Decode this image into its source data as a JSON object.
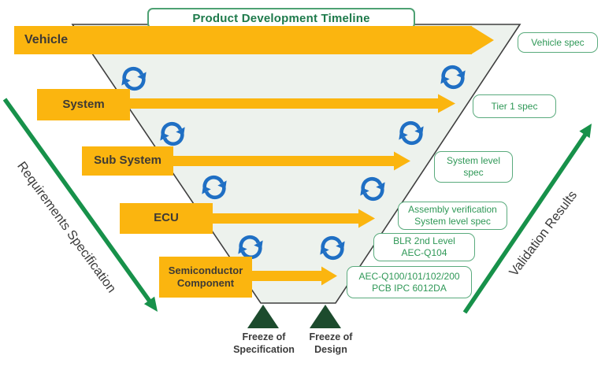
{
  "title": "Product Development Timeline",
  "levels": [
    {
      "label": "Vehicle",
      "lines": [
        "Vehicle"
      ]
    },
    {
      "label": "System",
      "lines": [
        "System"
      ]
    },
    {
      "label": "Sub System",
      "lines": [
        "Sub System"
      ]
    },
    {
      "label": "ECU",
      "lines": [
        "ECU"
      ]
    },
    {
      "label": "Semiconductor Component",
      "lines": [
        "Semiconductor",
        "Component"
      ]
    }
  ],
  "spec_boxes": [
    {
      "lines": [
        "Vehicle spec"
      ]
    },
    {
      "lines": [
        "Tier 1 spec"
      ]
    },
    {
      "lines": [
        "System level",
        "spec"
      ]
    },
    {
      "lines": [
        "Assembly verification",
        "System level spec"
      ]
    },
    {
      "lines": [
        "BLR 2nd Level",
        "AEC-Q104"
      ]
    },
    {
      "lines": [
        "AEC-Q100/101/102/200",
        "PCB IPC 6012DA"
      ]
    }
  ],
  "side_labels": {
    "left": "Requirements Specification",
    "right": "Validation Results"
  },
  "milestones": [
    {
      "lines": [
        "Freeze of",
        "Specification"
      ]
    },
    {
      "lines": [
        "Freeze of",
        "Design"
      ]
    }
  ],
  "icons": {
    "cycle": "sync-cycle-icon",
    "timeline_arrow": "right-arrow-icon",
    "requirements_arrow": "diagonal-down-arrow-icon",
    "validation_arrow": "diagonal-up-arrow-icon",
    "milestone_marker": "triangle-marker-icon"
  },
  "colors": {
    "orange": "#FBB50F",
    "funnel_fill": "#EDF2ED",
    "funnel_border": "#3F3F3F",
    "cycle_blue": "#1F6FC4",
    "green_arrow": "#17914A",
    "milestone_green": "#1C4B2D",
    "spec_border": "#5AAB7D",
    "spec_text": "#2F9857",
    "title_green": "#1E7A4B",
    "label_text": "#3E3A35"
  }
}
